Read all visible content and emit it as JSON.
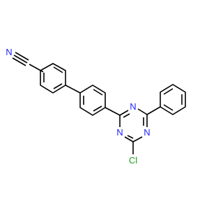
{
  "molecule": {
    "atoms": {
      "nitrile_n": "N",
      "triazine_n_top_left": "N",
      "triazine_n_top_right": "N",
      "triazine_n_bottom": "N",
      "chlorine": "Cl"
    },
    "colors": {
      "bond": "#000000",
      "nitrogen": "#1f1fff",
      "chlorine": "#1f9a1f",
      "background": "#ffffff"
    }
  }
}
